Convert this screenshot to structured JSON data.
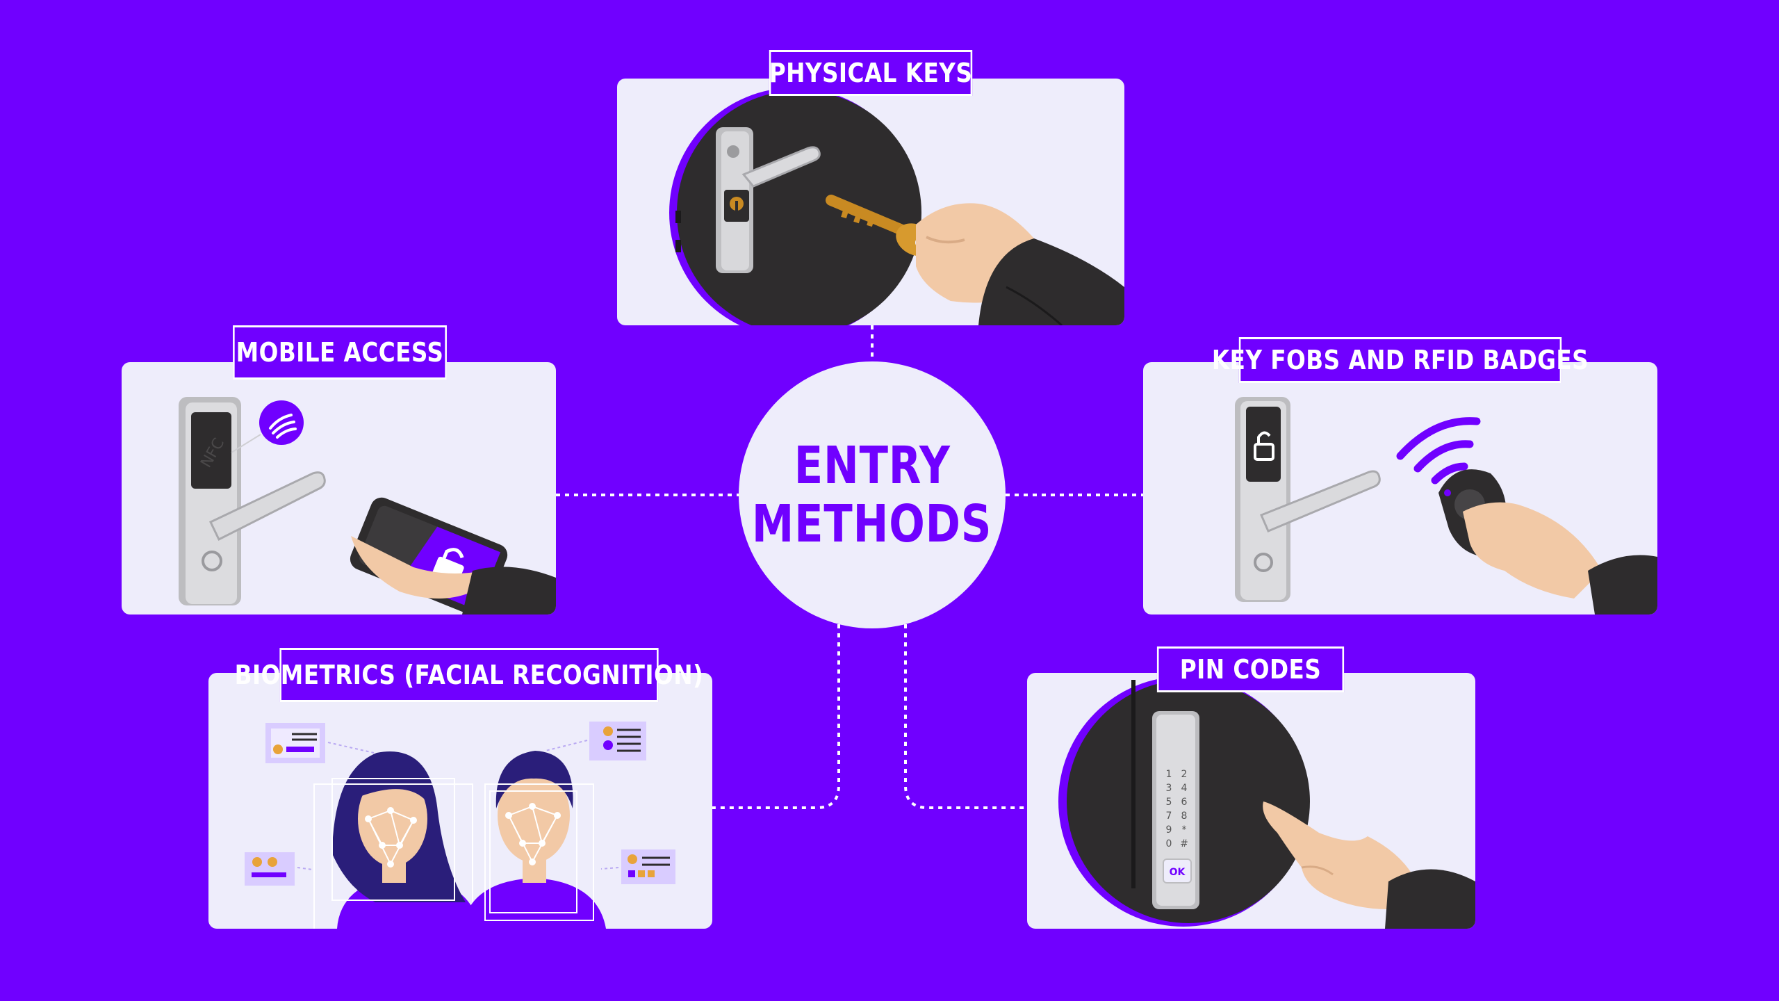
{
  "hub": {
    "line1": "ENTRY",
    "line2": "METHODS"
  },
  "methods": {
    "physical_keys": {
      "label": "PHYSICAL KEYS"
    },
    "mobile_access": {
      "label": "MOBILE ACCESS",
      "nfc_text": "NFC"
    },
    "key_fobs": {
      "label": "KEY FOBS AND RFID BADGES"
    },
    "biometrics": {
      "label": "BIOMETRICS (FACIAL RECOGNITION)"
    },
    "pin_codes": {
      "label": "PIN CODES",
      "ok_key": "OK",
      "digits": [
        "1",
        "2",
        "3",
        "4",
        "5",
        "6",
        "7",
        "8",
        "9",
        "*",
        "0",
        "#"
      ]
    }
  },
  "colors": {
    "background": "#7000FF",
    "card": "#EEEDFB",
    "accent": "#7000FF",
    "dark": "#2E2C2D"
  },
  "icons": [
    "key-icon",
    "door-handle-icon",
    "nfc-icon",
    "smartphone-icon",
    "padlock-icon",
    "key-fob-icon",
    "wireless-signal-icon",
    "face-scan-icon",
    "keypad-icon",
    "pointing-hand-icon"
  ]
}
